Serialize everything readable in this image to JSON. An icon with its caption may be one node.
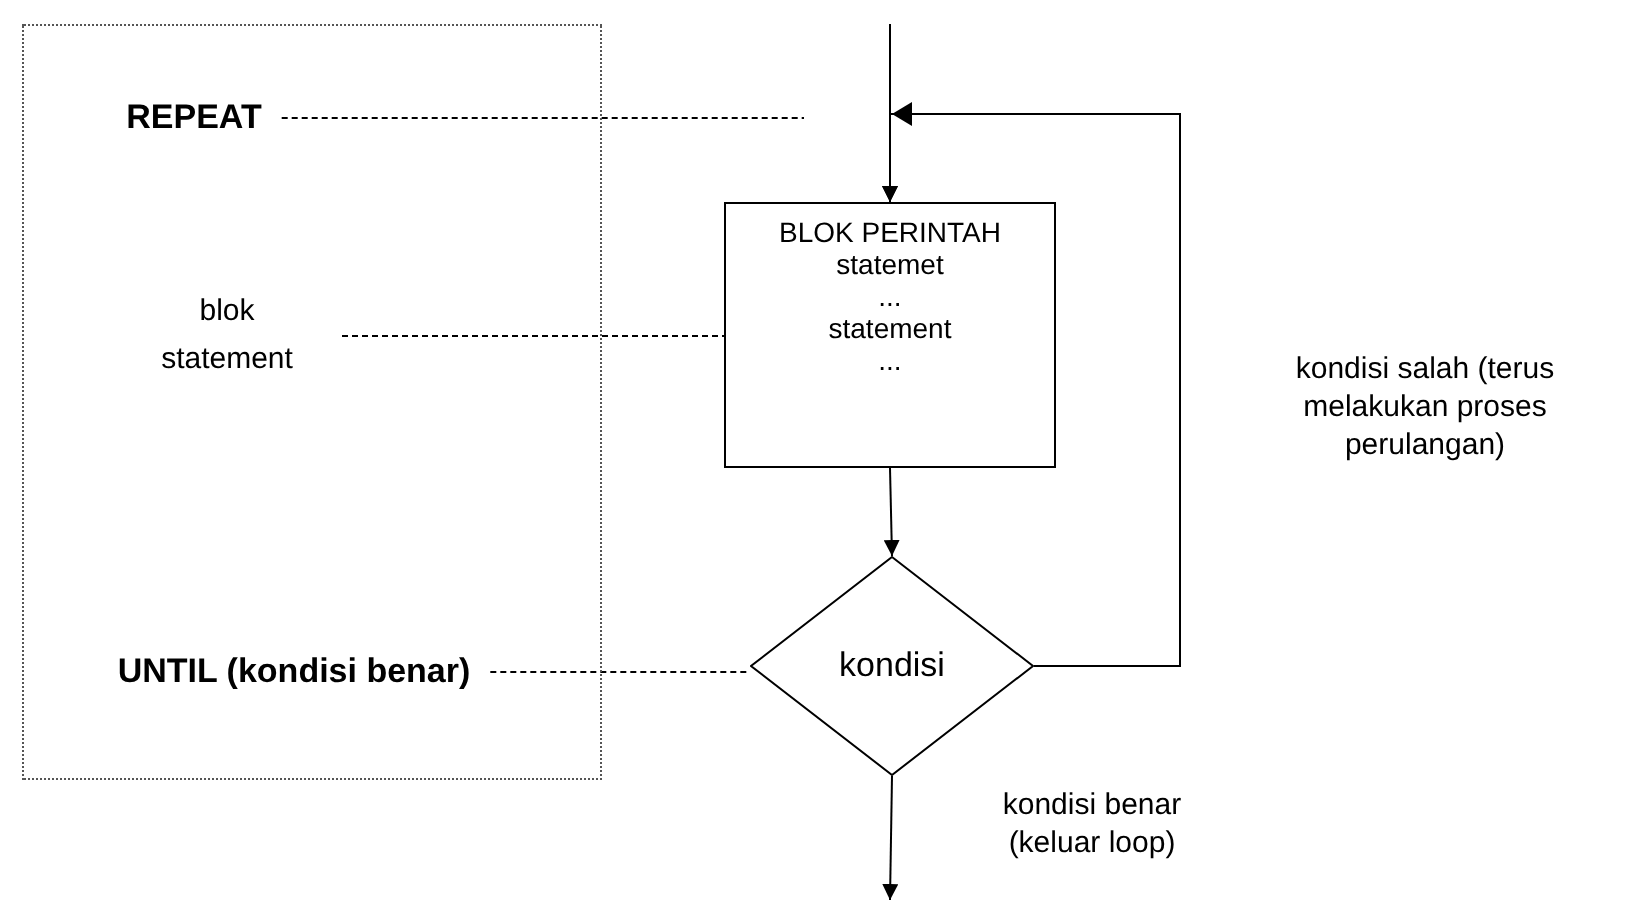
{
  "diagram": {
    "nodes": [
      {
        "text": [],
        "shape": "box"
      },
      {
        "text": [
          "REPEAT"
        ],
        "in": 0
      },
      {
        "text": [
          "blok statement"
        ],
        "in": 0
      },
      {
        "text": [
          "UNTIL (kondisi benar)"
        ],
        "in": 0
      },
      {
        "text": [
          "BLOK PERINTAH",
          "statemet",
          "...",
          "statement",
          "..."
        ]
      },
      {
        "text": [
          "kondisi"
        ]
      }
    ],
    "edges": [
      {
        "from": null,
        "to": 4,
        "arrow": "to"
      },
      {
        "from": 4,
        "to": 5,
        "arrow": "to"
      },
      {
        "from": 5,
        "to": 4,
        "arrow": "to",
        "label": "kondisi salah (terus melakukan proses perulangan)"
      },
      {
        "from": 5,
        "to": null,
        "arrow": "to",
        "label": "kondisi benar (keluar loop)"
      },
      {
        "from": 1,
        "to": null,
        "arrow": "none",
        "style": "dashed"
      },
      {
        "from": 2,
        "to": 4,
        "arrow": "none",
        "style": "dashed"
      },
      {
        "from": 3,
        "to": 5,
        "arrow": "none",
        "style": "dashed"
      }
    ]
  }
}
